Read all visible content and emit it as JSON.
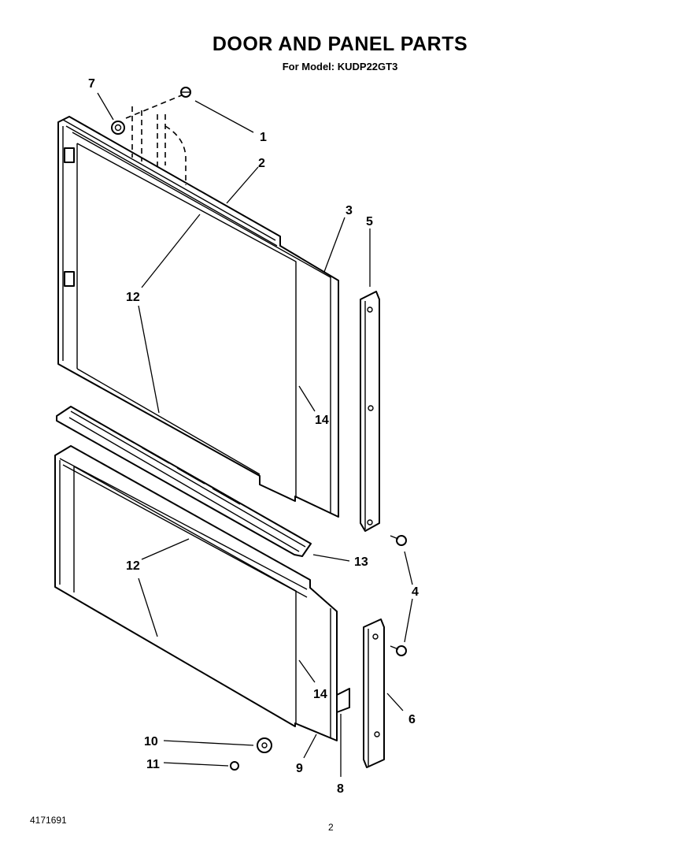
{
  "header": {
    "title": "DOOR AND PANEL PARTS",
    "subtitle": "For Model: KUDP22GT3"
  },
  "footer": {
    "doc_number": "4171691",
    "page_number": "2"
  },
  "callouts": {
    "c1": "1",
    "c2": "2",
    "c3": "3",
    "c4": "4",
    "c5": "5",
    "c6": "6",
    "c7": "7",
    "c8": "8",
    "c9": "9",
    "c10": "10",
    "c11": "11",
    "c12a": "12",
    "c12b": "12",
    "c13": "13",
    "c14a": "14",
    "c14b": "14"
  }
}
